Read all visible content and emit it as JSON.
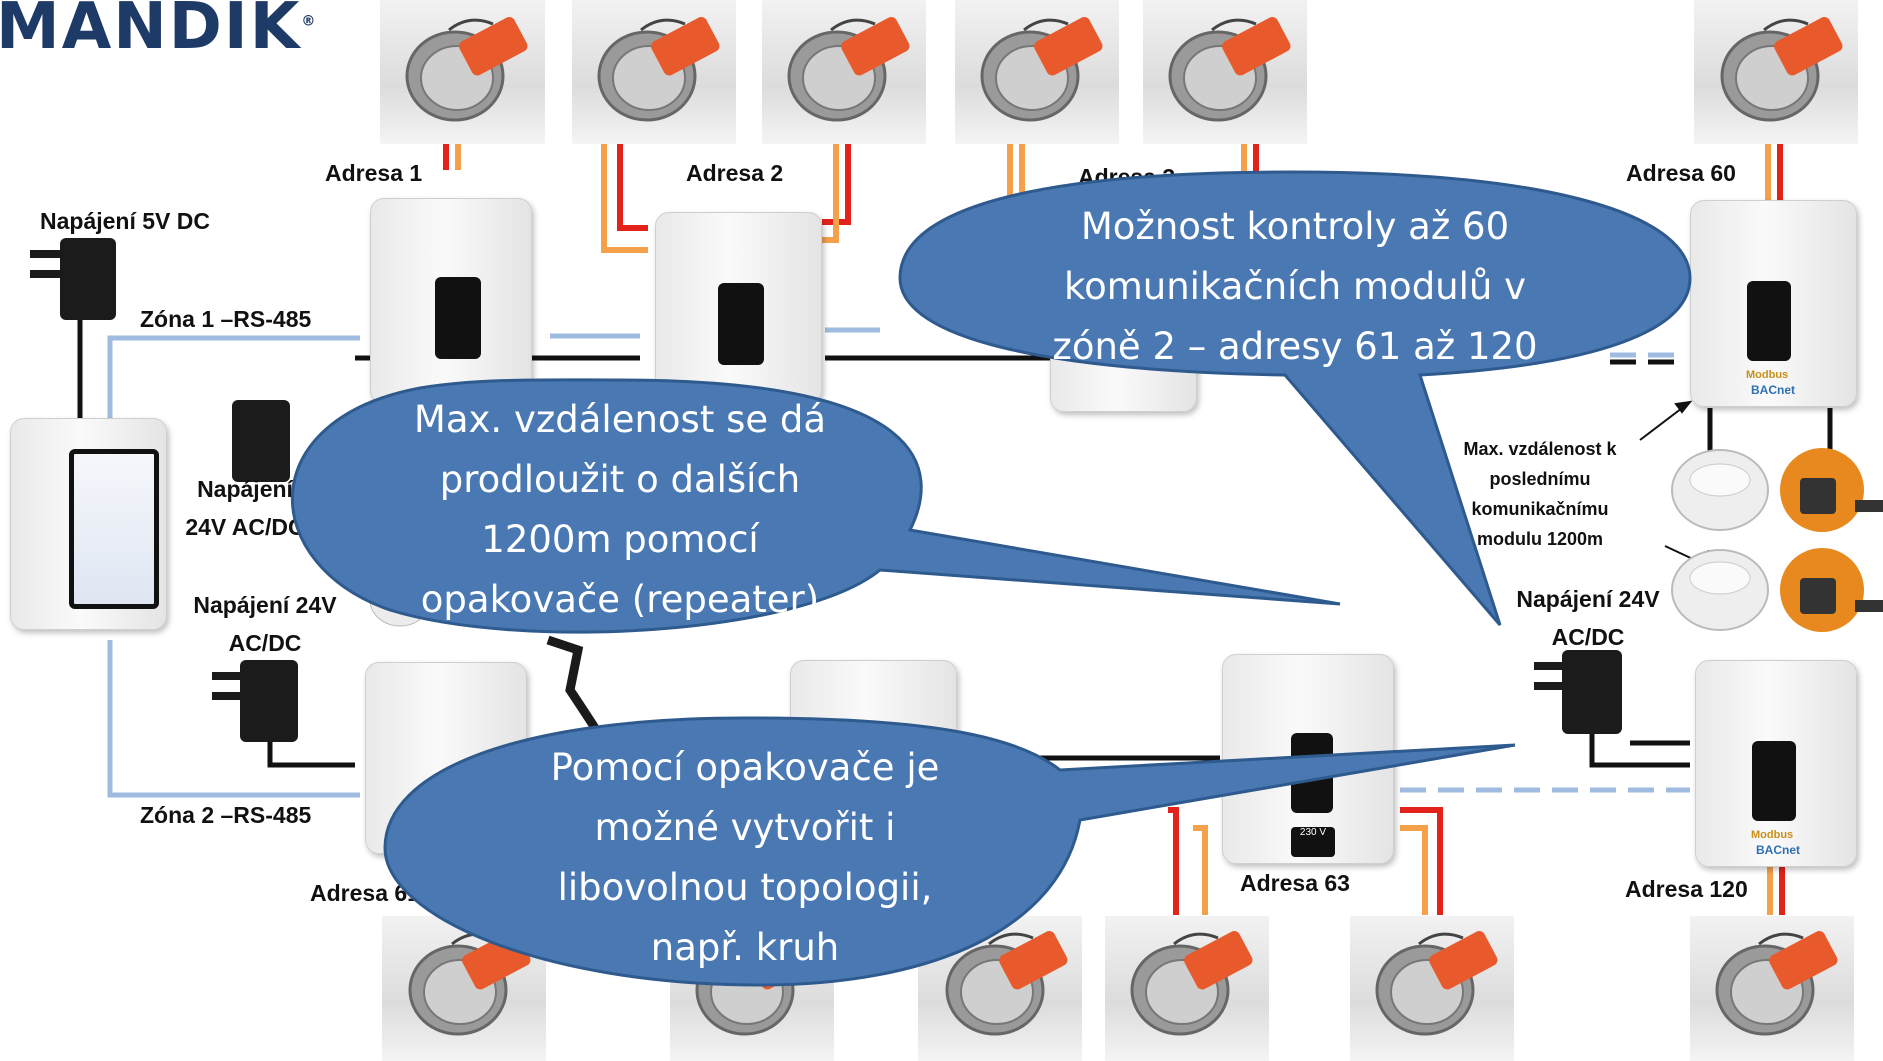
{
  "logo": {
    "text": "MANDIK",
    "mark": "®"
  },
  "labels": {
    "addr1": "Adresa 1",
    "addr2": "Adresa 2",
    "addr3": "Adresa 3",
    "addr60": "Adresa 60",
    "addr61": "Adresa 61",
    "addr63": "Adresa 63",
    "addr120": "Adresa 120",
    "power5v": "Napájení 5V DC",
    "zone1": "Zóna 1 –RS-485",
    "zone2": "Zóna 2 –RS-485",
    "power24_left_top": "Napájení 24V AC/DC",
    "power24_left_bottom": "Napájení 24V AC/DC",
    "power24_right": "Napájení 24V AC/DC",
    "max_dist": "Max. vzdálenost k poslednímu komunikačnímu modulu 1200m"
  },
  "bubbles": {
    "top_right": "Možnost kontroly až 60 komunikačních modulů v zóně 2 – adresy 61 až 120",
    "middle": "Max. vzdálenost se dá prodloužit o dalších 1200m pomocí opakovače (repeater)",
    "bottom": "Pomocí opakovače je možné vytvořit i libovolnou topologii, např. kruh"
  },
  "module_badges": {
    "modbus": "Modbus",
    "bacnet": "BACnet",
    "voltage": "230 V"
  },
  "colors": {
    "bubble_fill": "#4a78b3",
    "bubble_stroke": "#2e5a8e",
    "bus_line": "#9fbbe0",
    "cable_red": "#e3221b",
    "cable_orange": "#f5a04a",
    "brand": "#1e3a66"
  }
}
